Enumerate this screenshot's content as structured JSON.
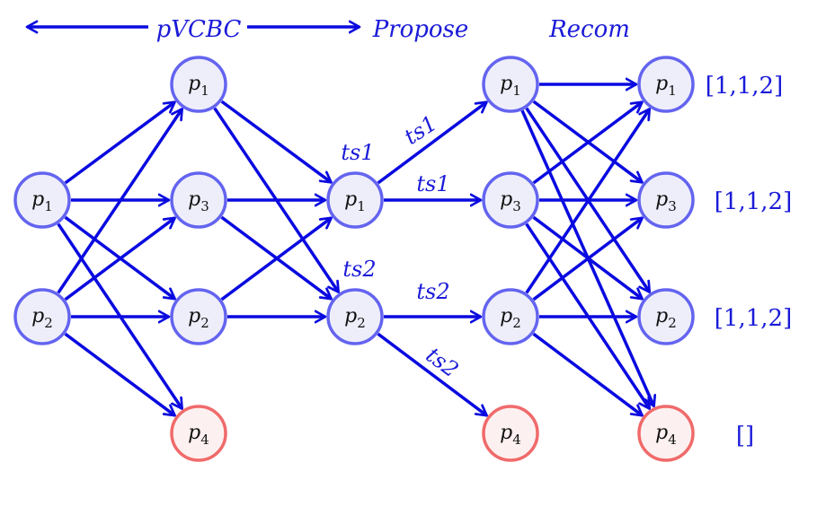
{
  "header": {
    "pvcbc": "pVCBC",
    "propose": "Propose",
    "recom": "Recom"
  },
  "nodes": {
    "c0_p1": {
      "base": "p",
      "sub": "1"
    },
    "c0_p2": {
      "base": "p",
      "sub": "2"
    },
    "c1_p1": {
      "base": "p",
      "sub": "1"
    },
    "c1_p3": {
      "base": "p",
      "sub": "3"
    },
    "c1_p2": {
      "base": "p",
      "sub": "2"
    },
    "c1_p4": {
      "base": "p",
      "sub": "4"
    },
    "c2_p1": {
      "base": "p",
      "sub": "1"
    },
    "c2_p2": {
      "base": "p",
      "sub": "2"
    },
    "c3_p1": {
      "base": "p",
      "sub": "1"
    },
    "c3_p3": {
      "base": "p",
      "sub": "3"
    },
    "c3_p2": {
      "base": "p",
      "sub": "2"
    },
    "c3_p4": {
      "base": "p",
      "sub": "4"
    },
    "c4_p1": {
      "base": "p",
      "sub": "1"
    },
    "c4_p3": {
      "base": "p",
      "sub": "3"
    },
    "c4_p2": {
      "base": "p",
      "sub": "2"
    },
    "c4_p4": {
      "base": "p",
      "sub": "4"
    }
  },
  "edge_labels": {
    "ts1_node": "ts1",
    "ts2_node": "ts2",
    "ts1_upper": "ts1",
    "ts1_mid": "ts1",
    "ts2_mid": "ts2",
    "ts2_lower": "ts2"
  },
  "values": {
    "p1": "[1,1,2]",
    "p3": "[1,1,2]",
    "p2": "[1,1,2]",
    "p4": "[]"
  },
  "colors": {
    "edge": "#0a0ae0",
    "text": "#1a1ad9",
    "node_border": "#6464f0",
    "node_fill": "#eeeefb",
    "faulty_border": "#f06a6a",
    "faulty_fill": "#fdf0f0"
  },
  "edges": [
    [
      "c0_p1",
      "c1_p1"
    ],
    [
      "c0_p1",
      "c1_p3"
    ],
    [
      "c0_p1",
      "c1_p2"
    ],
    [
      "c0_p1",
      "c1_p4"
    ],
    [
      "c0_p2",
      "c1_p1"
    ],
    [
      "c0_p2",
      "c1_p3"
    ],
    [
      "c0_p2",
      "c1_p2"
    ],
    [
      "c0_p2",
      "c1_p4"
    ],
    [
      "c1_p1",
      "c2_p1"
    ],
    [
      "c1_p1",
      "c2_p2"
    ],
    [
      "c1_p3",
      "c2_p1"
    ],
    [
      "c1_p3",
      "c2_p2"
    ],
    [
      "c1_p2",
      "c2_p1"
    ],
    [
      "c1_p2",
      "c2_p2"
    ],
    [
      "c2_p1",
      "c3_p1"
    ],
    [
      "c2_p1",
      "c3_p3"
    ],
    [
      "c2_p2",
      "c3_p2"
    ],
    [
      "c2_p2",
      "c3_p4"
    ],
    [
      "c3_p1",
      "c4_p1"
    ],
    [
      "c3_p1",
      "c4_p3"
    ],
    [
      "c3_p1",
      "c4_p2"
    ],
    [
      "c3_p1",
      "c4_p4"
    ],
    [
      "c3_p3",
      "c4_p1"
    ],
    [
      "c3_p3",
      "c4_p3"
    ],
    [
      "c3_p3",
      "c4_p2"
    ],
    [
      "c3_p3",
      "c4_p4"
    ],
    [
      "c3_p2",
      "c4_p1"
    ],
    [
      "c3_p2",
      "c4_p3"
    ],
    [
      "c3_p2",
      "c4_p2"
    ],
    [
      "c3_p2",
      "c4_p4"
    ]
  ]
}
